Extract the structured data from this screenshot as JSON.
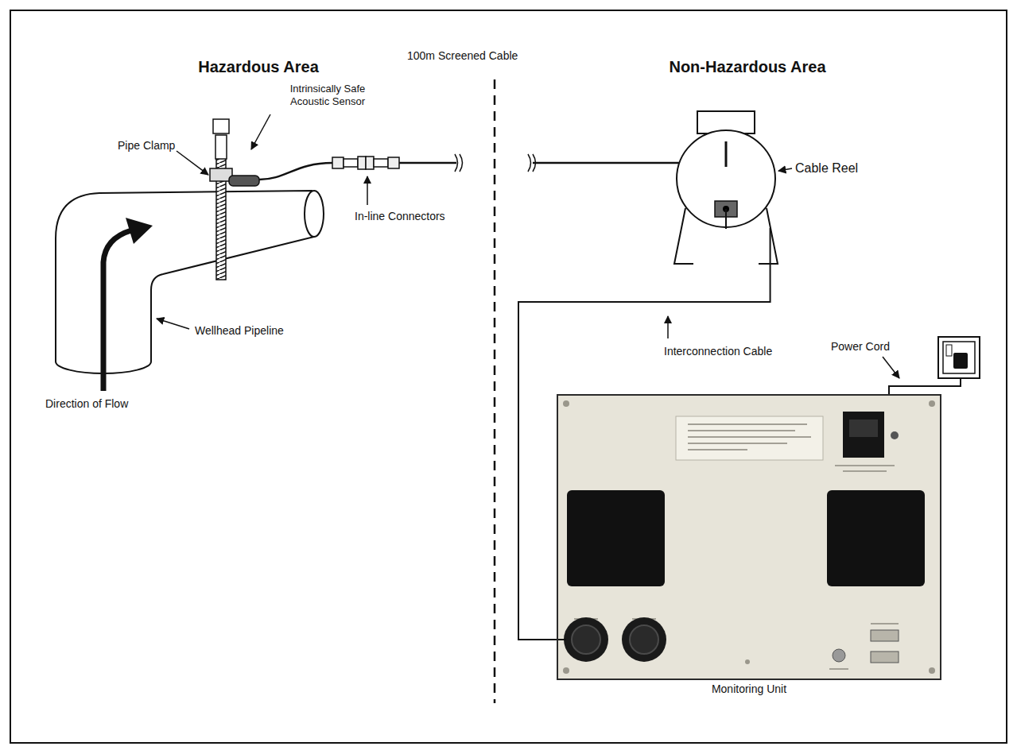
{
  "diagram": {
    "nodes": [
      {
        "text": [
          "Cable Reel"
        ]
      },
      {
        "text": [
          "Monitoring Unit"
        ]
      }
    ],
    "edges": [
      {
        "from": 0,
        "to": 1,
        "arrow": "none"
      }
    ],
    "labels": [
      "Hazardous Area",
      "Non-Hazardous Area",
      "Intrinsically Safe Acoustic Sensor",
      "Pipe Clamp",
      "100m Screened Cable",
      "In-line Connectors",
      "Wellhead Pipeline",
      "Direction of Flow",
      "Interconnection Cable",
      "Power Cord"
    ]
  }
}
